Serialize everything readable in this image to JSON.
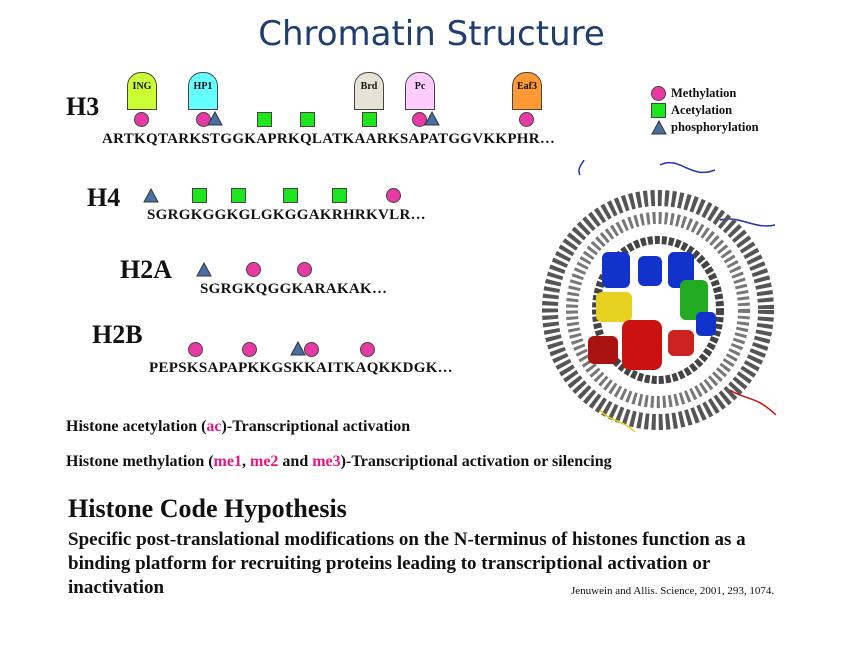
{
  "title": "Chromatin Structure",
  "histones": [
    {
      "label": "H3",
      "sequence": "ARTKQTARKSTGGKAPRKQLATKAARKSAPATGGVKKPHR…"
    },
    {
      "label": "H4",
      "sequence": "SGRGKGGKGLGKGGAKRHRKVLR…"
    },
    {
      "label": "H2A",
      "sequence": "SGRGKQGGKARAKAK…"
    },
    {
      "label": "H2B",
      "sequence": "PEPSKSAPAPKKGSKKAITKAQKKDGK…"
    }
  ],
  "readers": [
    {
      "label": "ING",
      "color": "#ccff33"
    },
    {
      "label": "HP1",
      "color": "#66ffff"
    },
    {
      "label": "Brd",
      "color": "#e6e2d6"
    },
    {
      "label": "Pc",
      "color": "#ffccff"
    },
    {
      "label": "Eaf3",
      "color": "#ff9933"
    }
  ],
  "legend": {
    "methylation": "Methylation",
    "acetylation": "Acetylation",
    "phosphorylation": "phosphorylation"
  },
  "colors": {
    "methylation": "#e83aa4",
    "acetylation": "#1ee61e",
    "phosphorylation": "#4a6fa5",
    "title": "#1f3e6e",
    "highlight": "#e6177f"
  },
  "statements": {
    "acetylation": {
      "prefix": "Histone acetylation (",
      "ac": "ac",
      "suffix": ")-Transcriptional activation"
    },
    "methylation": {
      "prefix": "Histone methylation (",
      "me1": "me1",
      "sep1": ", ",
      "me2": "me2",
      "and": " and ",
      "me3": "me3",
      "suffix": ")-Transcriptional activation or silencing"
    }
  },
  "hypothesis": {
    "title": "Histone Code Hypothesis",
    "body": "Specific post-translational modifications on the N-terminus of histones function as a binding platform for recruiting proteins leading to transcriptional activation or inactivation",
    "citation": "Jenuwein and Allis.  Science, 2001, 293, 1074."
  }
}
